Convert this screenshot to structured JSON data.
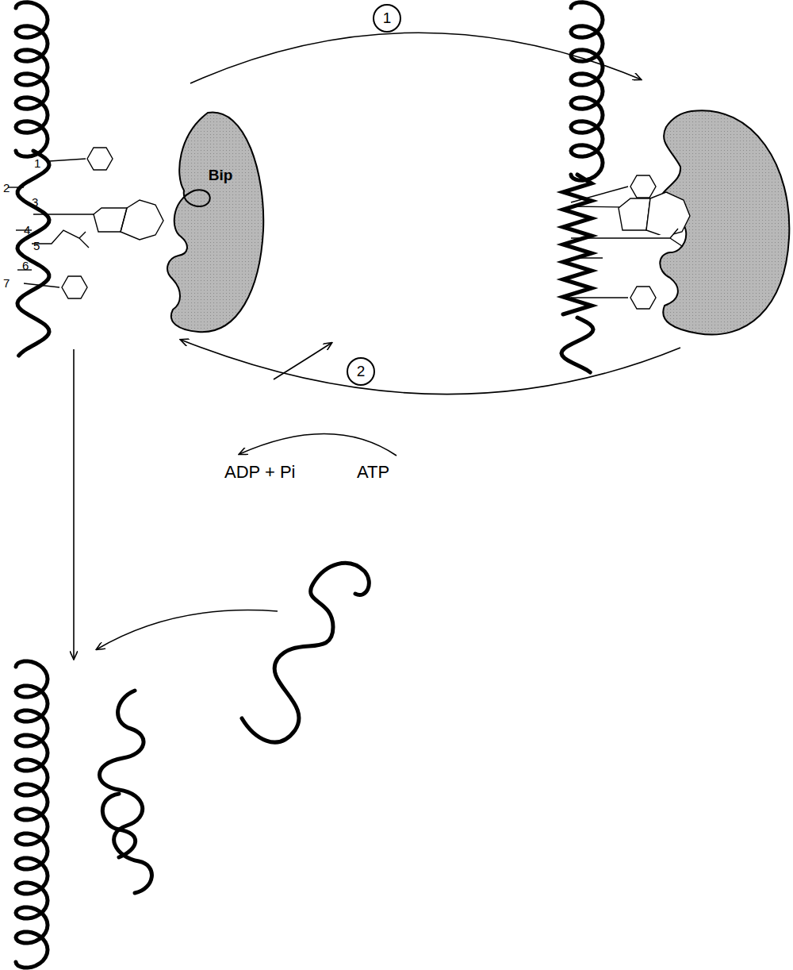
{
  "diagram": {
    "nodes": [
      {
        "text": [
          "Bip"
        ]
      },
      {
        "text": [
          "1"
        ]
      },
      {
        "text": [
          "2"
        ]
      }
    ],
    "labels": [
      "1",
      "2",
      "3",
      "4",
      "5",
      "6",
      "7",
      "ADP + Pi",
      "ATP"
    ]
  }
}
